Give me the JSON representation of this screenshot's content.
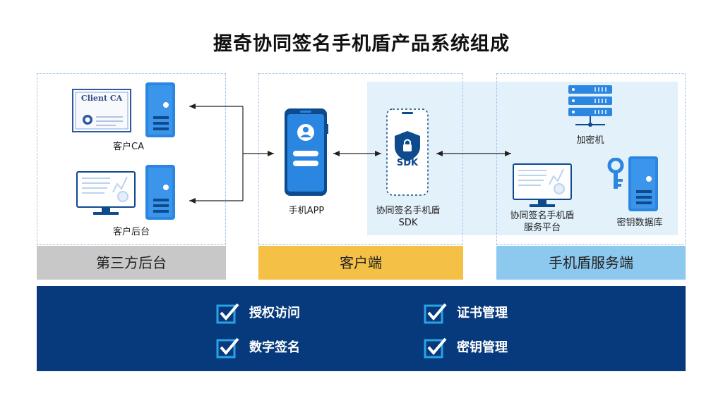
{
  "title": "握奇协同签名手机盾产品系统组成",
  "nodes": {
    "client_ca_cert": "Client CA",
    "client_ca": "客户CA",
    "client_backend": "客户后台",
    "mobile_app": "手机APP",
    "sdk_badge": "SDK",
    "sdk_line1": "协同签名手机盾",
    "sdk_line2": "SDK",
    "encryptor": "加密机",
    "platform_line1": "协同签名手机盾",
    "platform_line2": "服务平台",
    "key_db": "密钥数据库"
  },
  "bands": {
    "third_party": "第三方后台",
    "client": "客户端",
    "server": "手机盾服务端"
  },
  "features": [
    "授权访问",
    "证书管理",
    "数字签名",
    "密钥管理"
  ],
  "colors": {
    "third_party_band": "#c8c8c8",
    "client_band": "#f4c046",
    "server_band": "#8dc8ef",
    "bottom_bar": "#073a7c",
    "device_blue": "#2a86e0",
    "highlight_area": "#e3f1fb",
    "checkbox": "#29a3e6"
  }
}
